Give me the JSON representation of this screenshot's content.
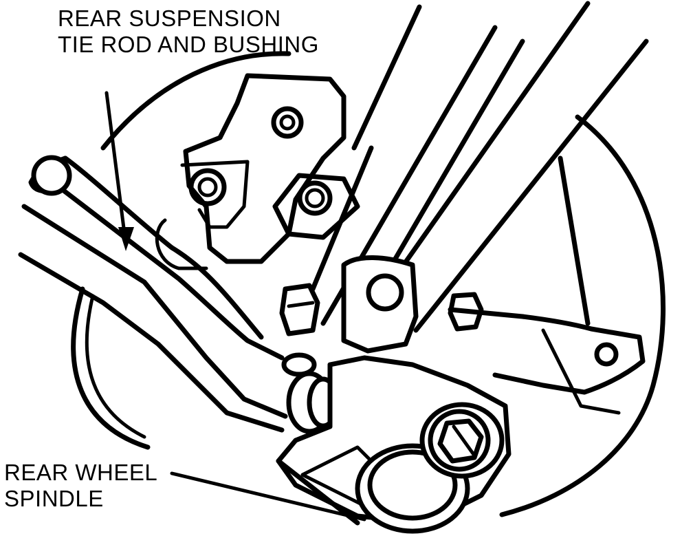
{
  "callouts": {
    "tie_rod": {
      "line1": "REAR SUSPENSION",
      "line2": "TIE ROD AND BUSHING"
    },
    "spindle": {
      "line1": "REAR WHEEL",
      "line2": "SPINDLE"
    }
  },
  "colors": {
    "ink": "#000000",
    "paper": "#ffffff"
  }
}
